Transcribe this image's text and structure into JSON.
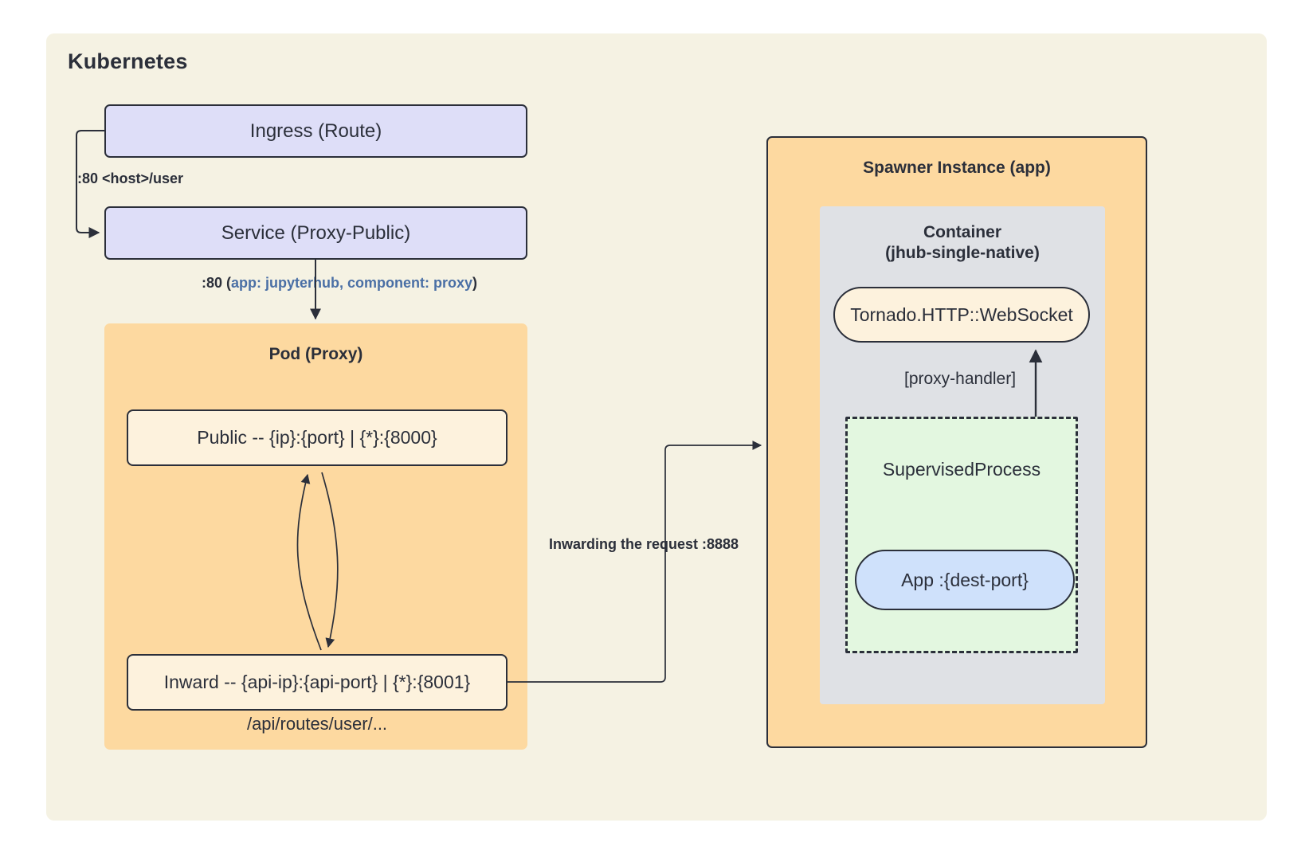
{
  "diagram": {
    "title": "Kubernetes",
    "background_color": "#f5f2e3",
    "page_background": "#ffffff",
    "stroke_color": "#2b2f3a",
    "accent_blue_text": "#4a6fa5"
  },
  "k8s_nodes": {
    "ingress": {
      "label": "Ingress (Route)",
      "fill": "#dedef8"
    },
    "service": {
      "label": "Service (Proxy-Public)",
      "fill": "#dedef8"
    }
  },
  "pod_proxy": {
    "title": "Pod (Proxy)",
    "fill": "#fdd9a0",
    "public": {
      "label": "Public -- {ip}:{port} | {*}:{8000}",
      "fill": "#fdf2dd"
    },
    "inward": {
      "label": "Inward -- {api-ip}:{api-port} | {*}:{8001}",
      "fill": "#fdf2dd"
    },
    "api_route_note": "/api/routes/user/..."
  },
  "spawner": {
    "title": "Spawner Instance (app)",
    "fill": "#fdd9a0",
    "container": {
      "title_line1": "Container",
      "title_line2": "(jhub-single-native)",
      "fill": "#dfe1e5"
    },
    "tornado": {
      "label": "Tornado.HTTP::WebSocket",
      "fill": "#fdf2dd"
    },
    "supervised": {
      "label": "SupervisedProcess",
      "fill": "#e3f7e0"
    },
    "app": {
      "label": "App :{dest-port}",
      "fill": "#cfe1fb"
    }
  },
  "edges": {
    "ingress_to_service": ":80 <host>/user",
    "service_to_pod_prefix": ":80 (",
    "service_to_pod_selector": "app: jupyterhub, component: proxy",
    "service_to_pod_suffix": ")",
    "inward_to_spawner": "Inwarding the request :8888",
    "supervised_to_tornado": "[proxy-handler]"
  }
}
